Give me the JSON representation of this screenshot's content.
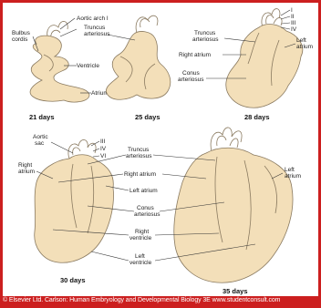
{
  "stages": [
    {
      "id": "s21",
      "day_label": "21 days"
    },
    {
      "id": "s25",
      "day_label": "25 days"
    },
    {
      "id": "s28",
      "day_label": "28 days"
    },
    {
      "id": "s30",
      "day_label": "30 days"
    },
    {
      "id": "s35",
      "day_label": "35 days"
    }
  ],
  "labels": {
    "aortic_arch_i": "Aortic arch I",
    "bulbus_cordis_1": "Bulbus",
    "bulbus_cordis_2": "cordis",
    "truncus_1": "Truncus",
    "truncus_2": "arteriosus",
    "ventricle": "Ventricle",
    "atrium": "Atrium",
    "arch_i": "I",
    "arch_ii": "II",
    "arch_iii": "III",
    "arch_iv": "IV",
    "truncus28_1": "Truncus",
    "truncus28_2": "arteriosus",
    "right_atrium28": "Right atrium",
    "conus28_1": "Conus",
    "conus28_2": "arteriosus",
    "left_atrium28_1": "Left",
    "left_atrium28_2": "atrium",
    "aortic_sac_1": "Aortic",
    "aortic_sac_2": "sac",
    "arch30_iii": "III",
    "arch30_iv": "IV",
    "arch30_vi": "VI",
    "right_atrium30_1": "Right",
    "right_atrium30_2": "atrium",
    "truncus30_1": "Truncus",
    "truncus30_2": "arteriosus",
    "right_atrium_mid": "Right atrium",
    "left_atrium_mid": "Left atrium",
    "conus30_1": "Conus",
    "conus30_2": "arteriosus",
    "right_ventricle_1": "Right",
    "right_ventricle_2": "ventricle",
    "left_ventricle_1": "Left",
    "left_ventricle_2": "ventricle",
    "left_atrium35_1": "Left",
    "left_atrium35_2": "atrium"
  },
  "footer": "© Elsevier Ltd. Carlson: Human Embryology and Developmental Biology 3E www.studentconsult.com",
  "colors": {
    "frame": "#cc1f1f",
    "tissue": "#f3dfb9",
    "outline": "#8a7a60"
  }
}
